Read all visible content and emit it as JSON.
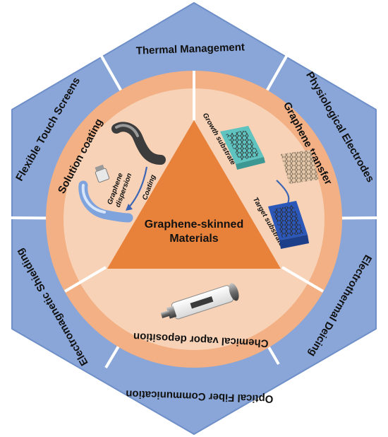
{
  "colors": {
    "hexagon": "#8aa6d8",
    "hexagon_edge": "#6f8fc9",
    "outer_ring": "#f2b084",
    "inner_disc": "#f7d2b6",
    "triangle": "#e8823b",
    "divider": "#ffffff"
  },
  "applications": {
    "thermal": "Thermal Management",
    "physio": "Physiological Electrodes",
    "deicing": "Electrothermal Deicing",
    "optical": "Optical Fiber Communication",
    "emi": "Electromagnetic Shielding",
    "touch": "Flexible Touch Screens"
  },
  "methods": {
    "solution": "Solution coating",
    "transfer": "Graphene transfer",
    "cvd": "Chemical vapor deposition"
  },
  "annotations": {
    "graphene_dispersion_1": "Graphene",
    "graphene_dispersion_2": "dispersion",
    "coating": "Coating",
    "growth_substrate": "Growth substrate",
    "target_substrate": "Target substrate"
  },
  "center": {
    "line1": "Graphene-skinned",
    "line2": "Materials"
  },
  "icons": {
    "fiber": "fiber-icon",
    "vial": "vial-icon",
    "growth": "growth-substrate-icon",
    "lattice": "graphene-lattice-icon",
    "target": "target-substrate-icon",
    "cvd_tube": "cvd-tube-icon"
  }
}
